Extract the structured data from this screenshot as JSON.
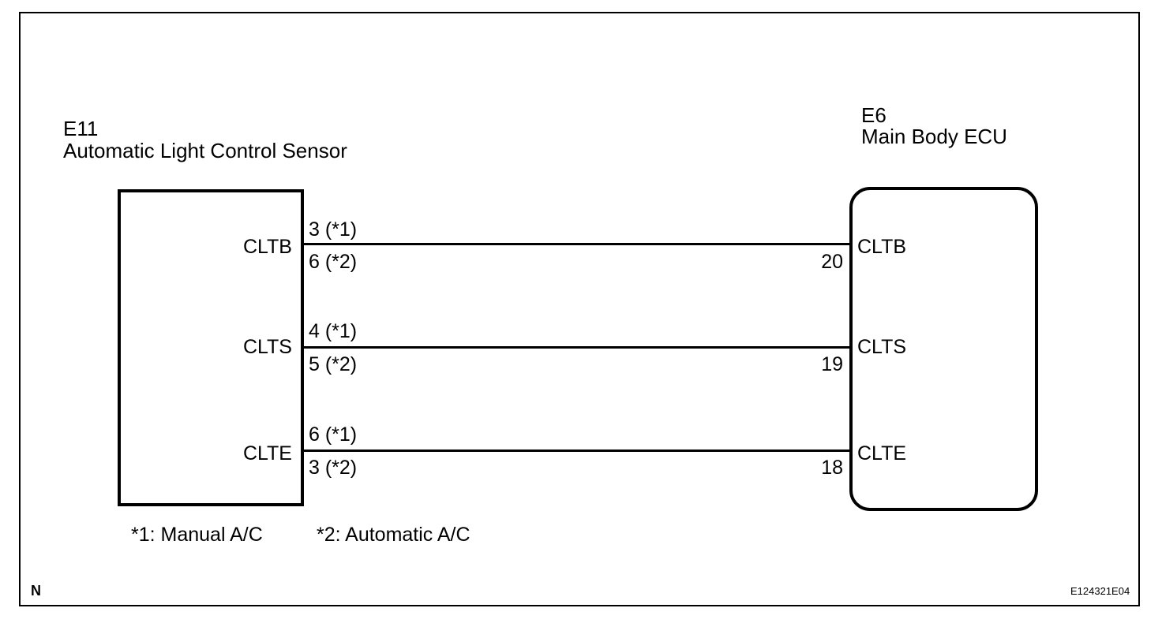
{
  "left_component": {
    "code": "E11",
    "name": "Automatic Light Control Sensor"
  },
  "right_component": {
    "code": "E6",
    "name": "Main Body ECU"
  },
  "connections": [
    {
      "left_terminal": "CLTB",
      "pin_1": "3 (*1)",
      "pin_2": "6 (*2)",
      "right_terminal": "CLTB",
      "right_pin": "20"
    },
    {
      "left_terminal": "CLTS",
      "pin_1": "4 (*1)",
      "pin_2": "5 (*2)",
      "right_terminal": "CLTS",
      "right_pin": "19"
    },
    {
      "left_terminal": "CLTE",
      "pin_1": "6 (*1)",
      "pin_2": "3 (*2)",
      "right_terminal": "CLTE",
      "right_pin": "18"
    }
  ],
  "notes": {
    "note_1": "*1: Manual A/C",
    "note_2": "*2: Automatic A/C"
  },
  "corner_label": "N",
  "figure_id": "E124321E04"
}
